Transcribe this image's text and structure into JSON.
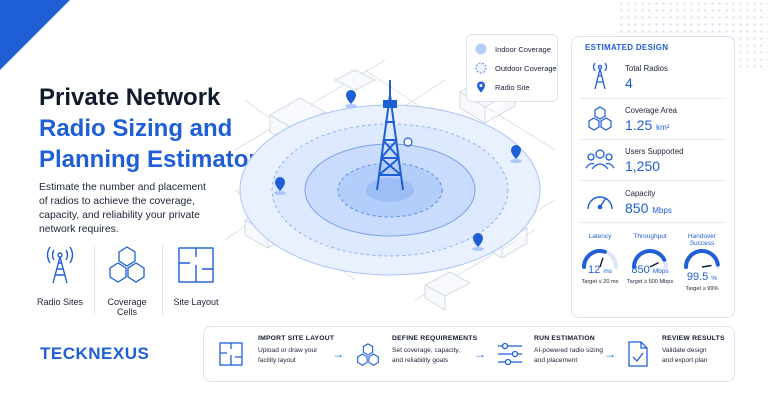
{
  "hero": {
    "title_line1": "Private Network",
    "title_line2": "Radio Sizing and",
    "title_line3": "Planning Estimator",
    "description": "Estimate the number and placement of radios to achieve the coverage, capacity, and reliability your private network requires."
  },
  "features": [
    {
      "label": "Radio Sites",
      "icon": "radio-tower-icon"
    },
    {
      "label": "Coverage Cells",
      "icon": "hexagon-cells-icon"
    },
    {
      "label": "Site Layout",
      "icon": "floor-plan-icon"
    }
  ],
  "legend": {
    "indoor": "Indoor Coverage",
    "outdoor": "Outdoor Coverage",
    "site": "Radio Site"
  },
  "estimated": {
    "heading": "ESTIMATED DESIGN",
    "stats": [
      {
        "label": "Total Radios",
        "value": "4",
        "unit": "",
        "icon": "radio-tower-icon"
      },
      {
        "label": "Coverage Area",
        "value": "1.25",
        "unit": "km²",
        "icon": "hexagon-cells-icon"
      },
      {
        "label": "Users Supported",
        "value": "1,250",
        "unit": "",
        "icon": "users-icon"
      },
      {
        "label": "Capacity",
        "value": "850",
        "unit": "Mbps",
        "icon": "speedometer-icon"
      }
    ],
    "gauges": [
      {
        "label": "Latency",
        "value": "12",
        "unit": "ms",
        "target": "Target ≤ 20 ms",
        "fill": 0.6
      },
      {
        "label": "Throughput",
        "value": "850",
        "unit": "Mbps",
        "target": "Target ≥ 500 Mbps",
        "fill": 0.85
      },
      {
        "label": "Handover Success",
        "value": "99.5",
        "unit": "%",
        "target": "Target ≥ 99%",
        "fill": 0.95
      }
    ]
  },
  "brand": {
    "logo": "TECKNEXUS"
  },
  "steps": [
    {
      "title": "IMPORT SITE LAYOUT",
      "line1": "Upload or draw your",
      "line2": "facility layout",
      "icon": "floor-plan-icon"
    },
    {
      "title": "DEFINE REQUIREMENTS",
      "line1": "Set coverage, capacity,",
      "line2": "and reliability goals",
      "icon": "hexagon-cells-icon"
    },
    {
      "title": "RUN ESTIMATION",
      "line1": "AI-powered radio sizing",
      "line2": "and placement",
      "icon": "sliders-icon"
    },
    {
      "title": "REVIEW RESULTS",
      "line1": "Validate design",
      "line2": "and export plan",
      "icon": "document-check-icon"
    }
  ],
  "colors": {
    "brand": "#1f5fd6",
    "dark": "#121a2e",
    "coverage": "#cfe0ff"
  }
}
